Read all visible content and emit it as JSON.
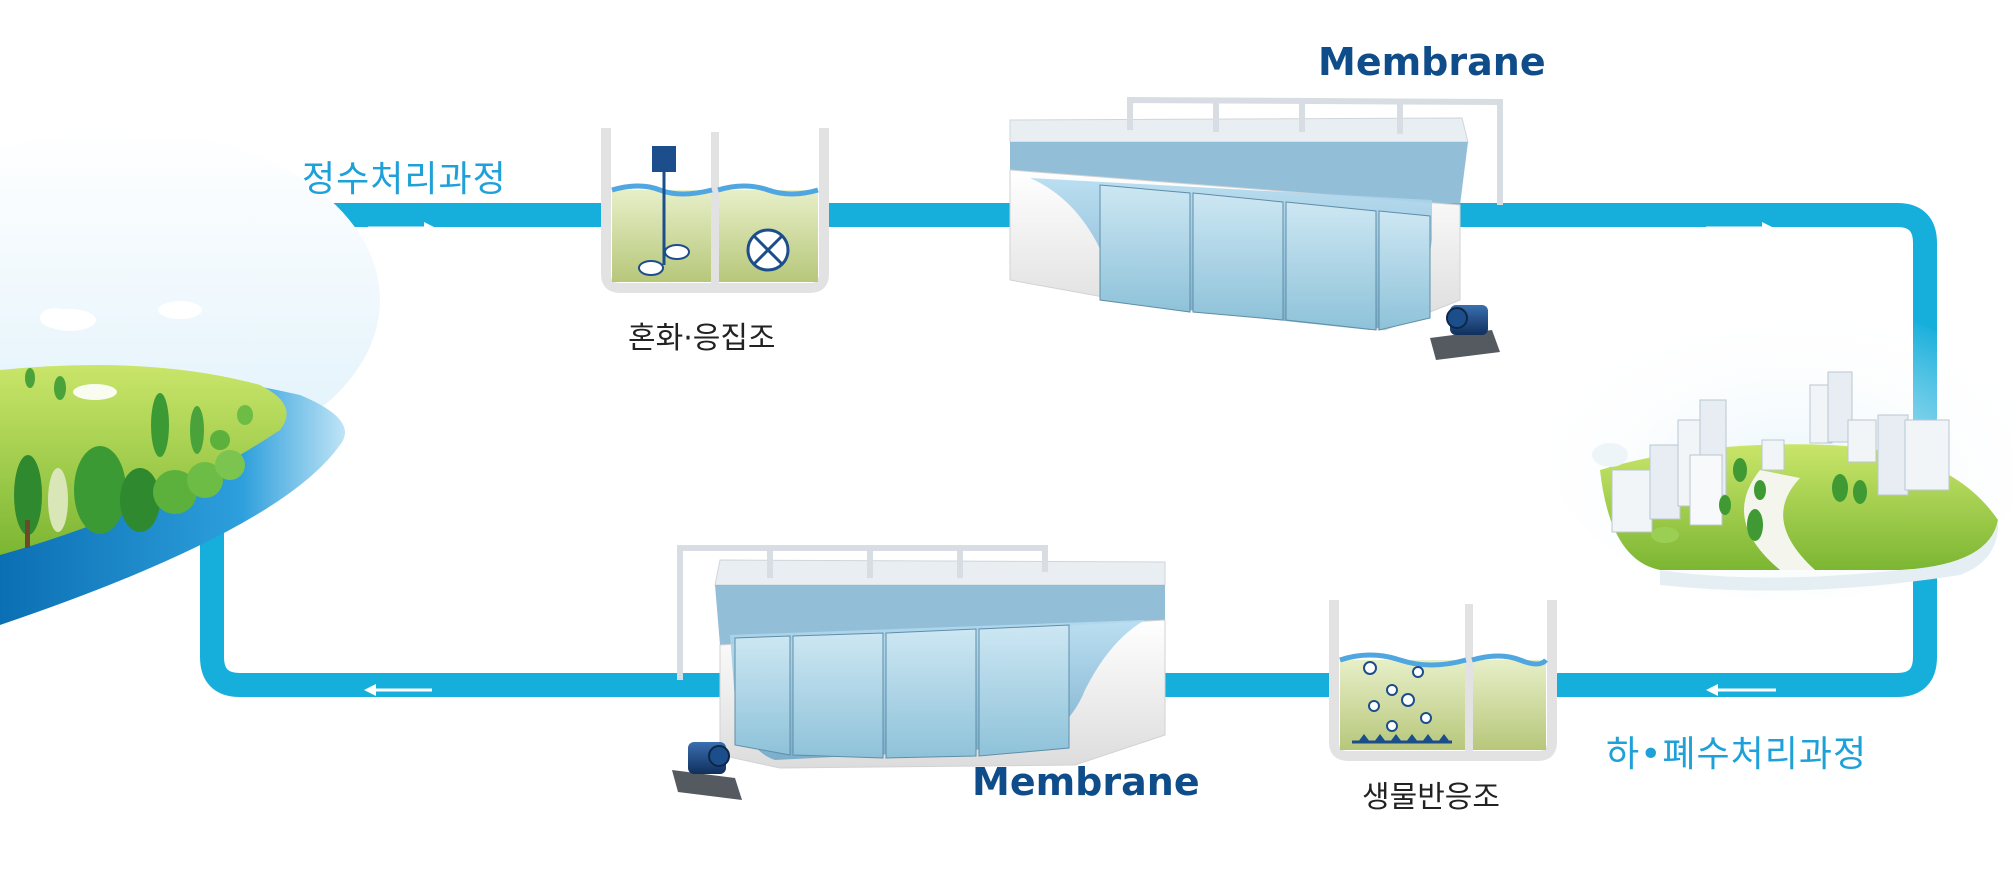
{
  "labels": {
    "top_process": "정수처리과정",
    "mixing_tank": "혼화·응집조",
    "membrane_top": "Membrane",
    "membrane_bottom": "Membrane",
    "bio_tank": "생물반응조",
    "bottom_process": "하•폐수처리과정"
  },
  "colors": {
    "pipe": "#16aedb",
    "label_blue": "#1ea0d8",
    "membrane_text": "#0f4d8a",
    "water": "#5aa6d4",
    "grass": "#8cc63f",
    "pump": "#1c4e8c"
  },
  "icons": {
    "arrow": "arrow-right-icon",
    "stirrer": "stirrer-icon",
    "valve": "valve-icon",
    "pump": "pump-icon"
  }
}
